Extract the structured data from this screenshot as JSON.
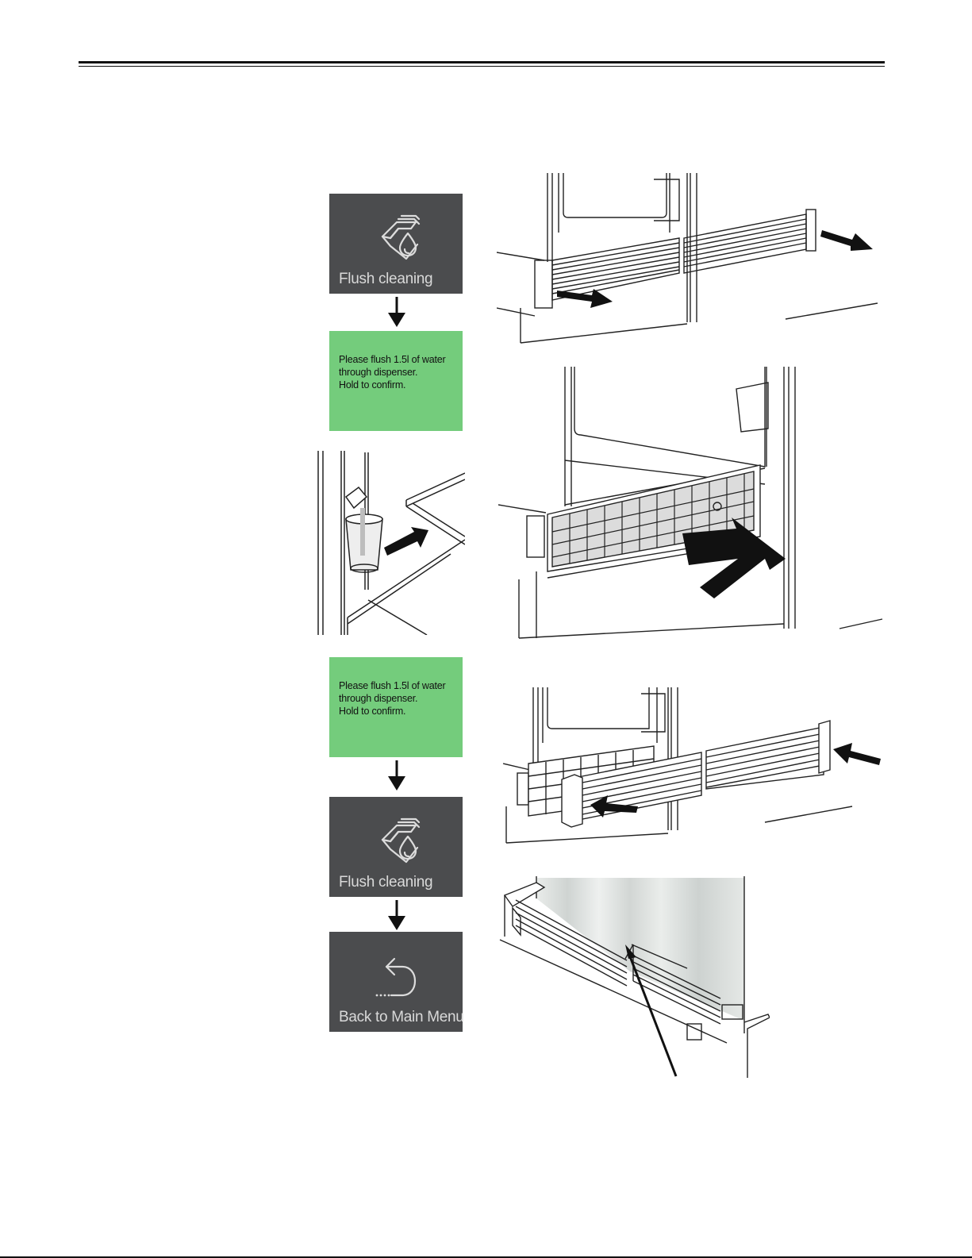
{
  "tiles": {
    "flush_label_1": "Flush cleaning",
    "message_1": {
      "line1": "Please flush 1.5l of water",
      "line2": "through dispenser.",
      "line3": "Hold to confirm."
    },
    "message_2": {
      "line1": "Please flush 1.5l of water",
      "line2": "through dispenser.",
      "line3": "Hold to confirm."
    },
    "flush_label_2": "Flush cleaning",
    "back_label": "Back to Main Menu"
  },
  "icons": {
    "flush": "flush-cleaning-icon",
    "back": "back-arrow-icon",
    "step_arrow": "down-arrow-icon"
  },
  "colors": {
    "tile_dark": "#4b4c4e",
    "tile_green": "#74cc7c",
    "tile_label": "#d9d9d9",
    "line_art": "#222222"
  }
}
